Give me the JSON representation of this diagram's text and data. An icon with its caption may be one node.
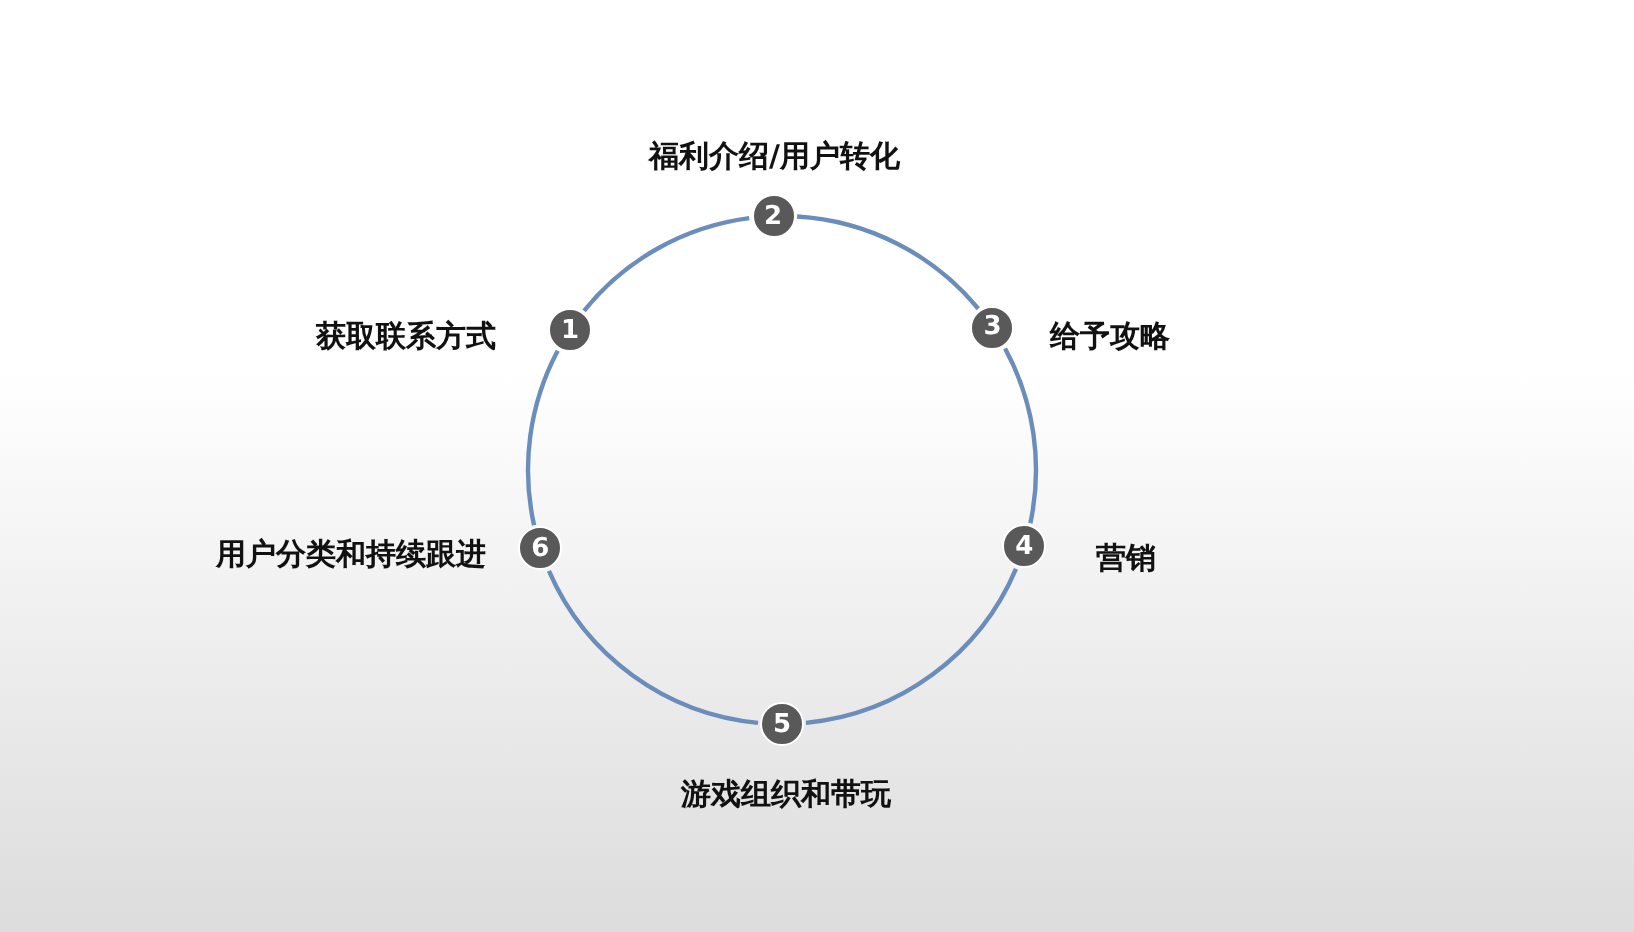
{
  "diagram": {
    "nodes": [
      {
        "text": [
          "1"
        ],
        "beside": [
          "获取联系方式"
        ]
      },
      {
        "text": [
          "2"
        ],
        "beside": [
          "福利介绍/用户转化"
        ]
      },
      {
        "text": [
          "3"
        ],
        "beside": [
          "给予攻略"
        ]
      },
      {
        "text": [
          "4"
        ],
        "beside": [
          "营销"
        ]
      },
      {
        "text": [
          "5"
        ],
        "beside": [
          "游戏组织和带玩"
        ]
      },
      {
        "text": [
          "6"
        ],
        "beside": [
          "用户分类和持续跟进"
        ]
      }
    ],
    "edges": [
      {
        "from": 0,
        "to": 1,
        "arrow": "none"
      },
      {
        "from": 1,
        "to": 2,
        "arrow": "none"
      },
      {
        "from": 2,
        "to": 3,
        "arrow": "none"
      },
      {
        "from": 3,
        "to": 4,
        "arrow": "none"
      },
      {
        "from": 4,
        "to": 5,
        "arrow": "none"
      },
      {
        "from": 5,
        "to": 0,
        "arrow": "none"
      }
    ]
  }
}
